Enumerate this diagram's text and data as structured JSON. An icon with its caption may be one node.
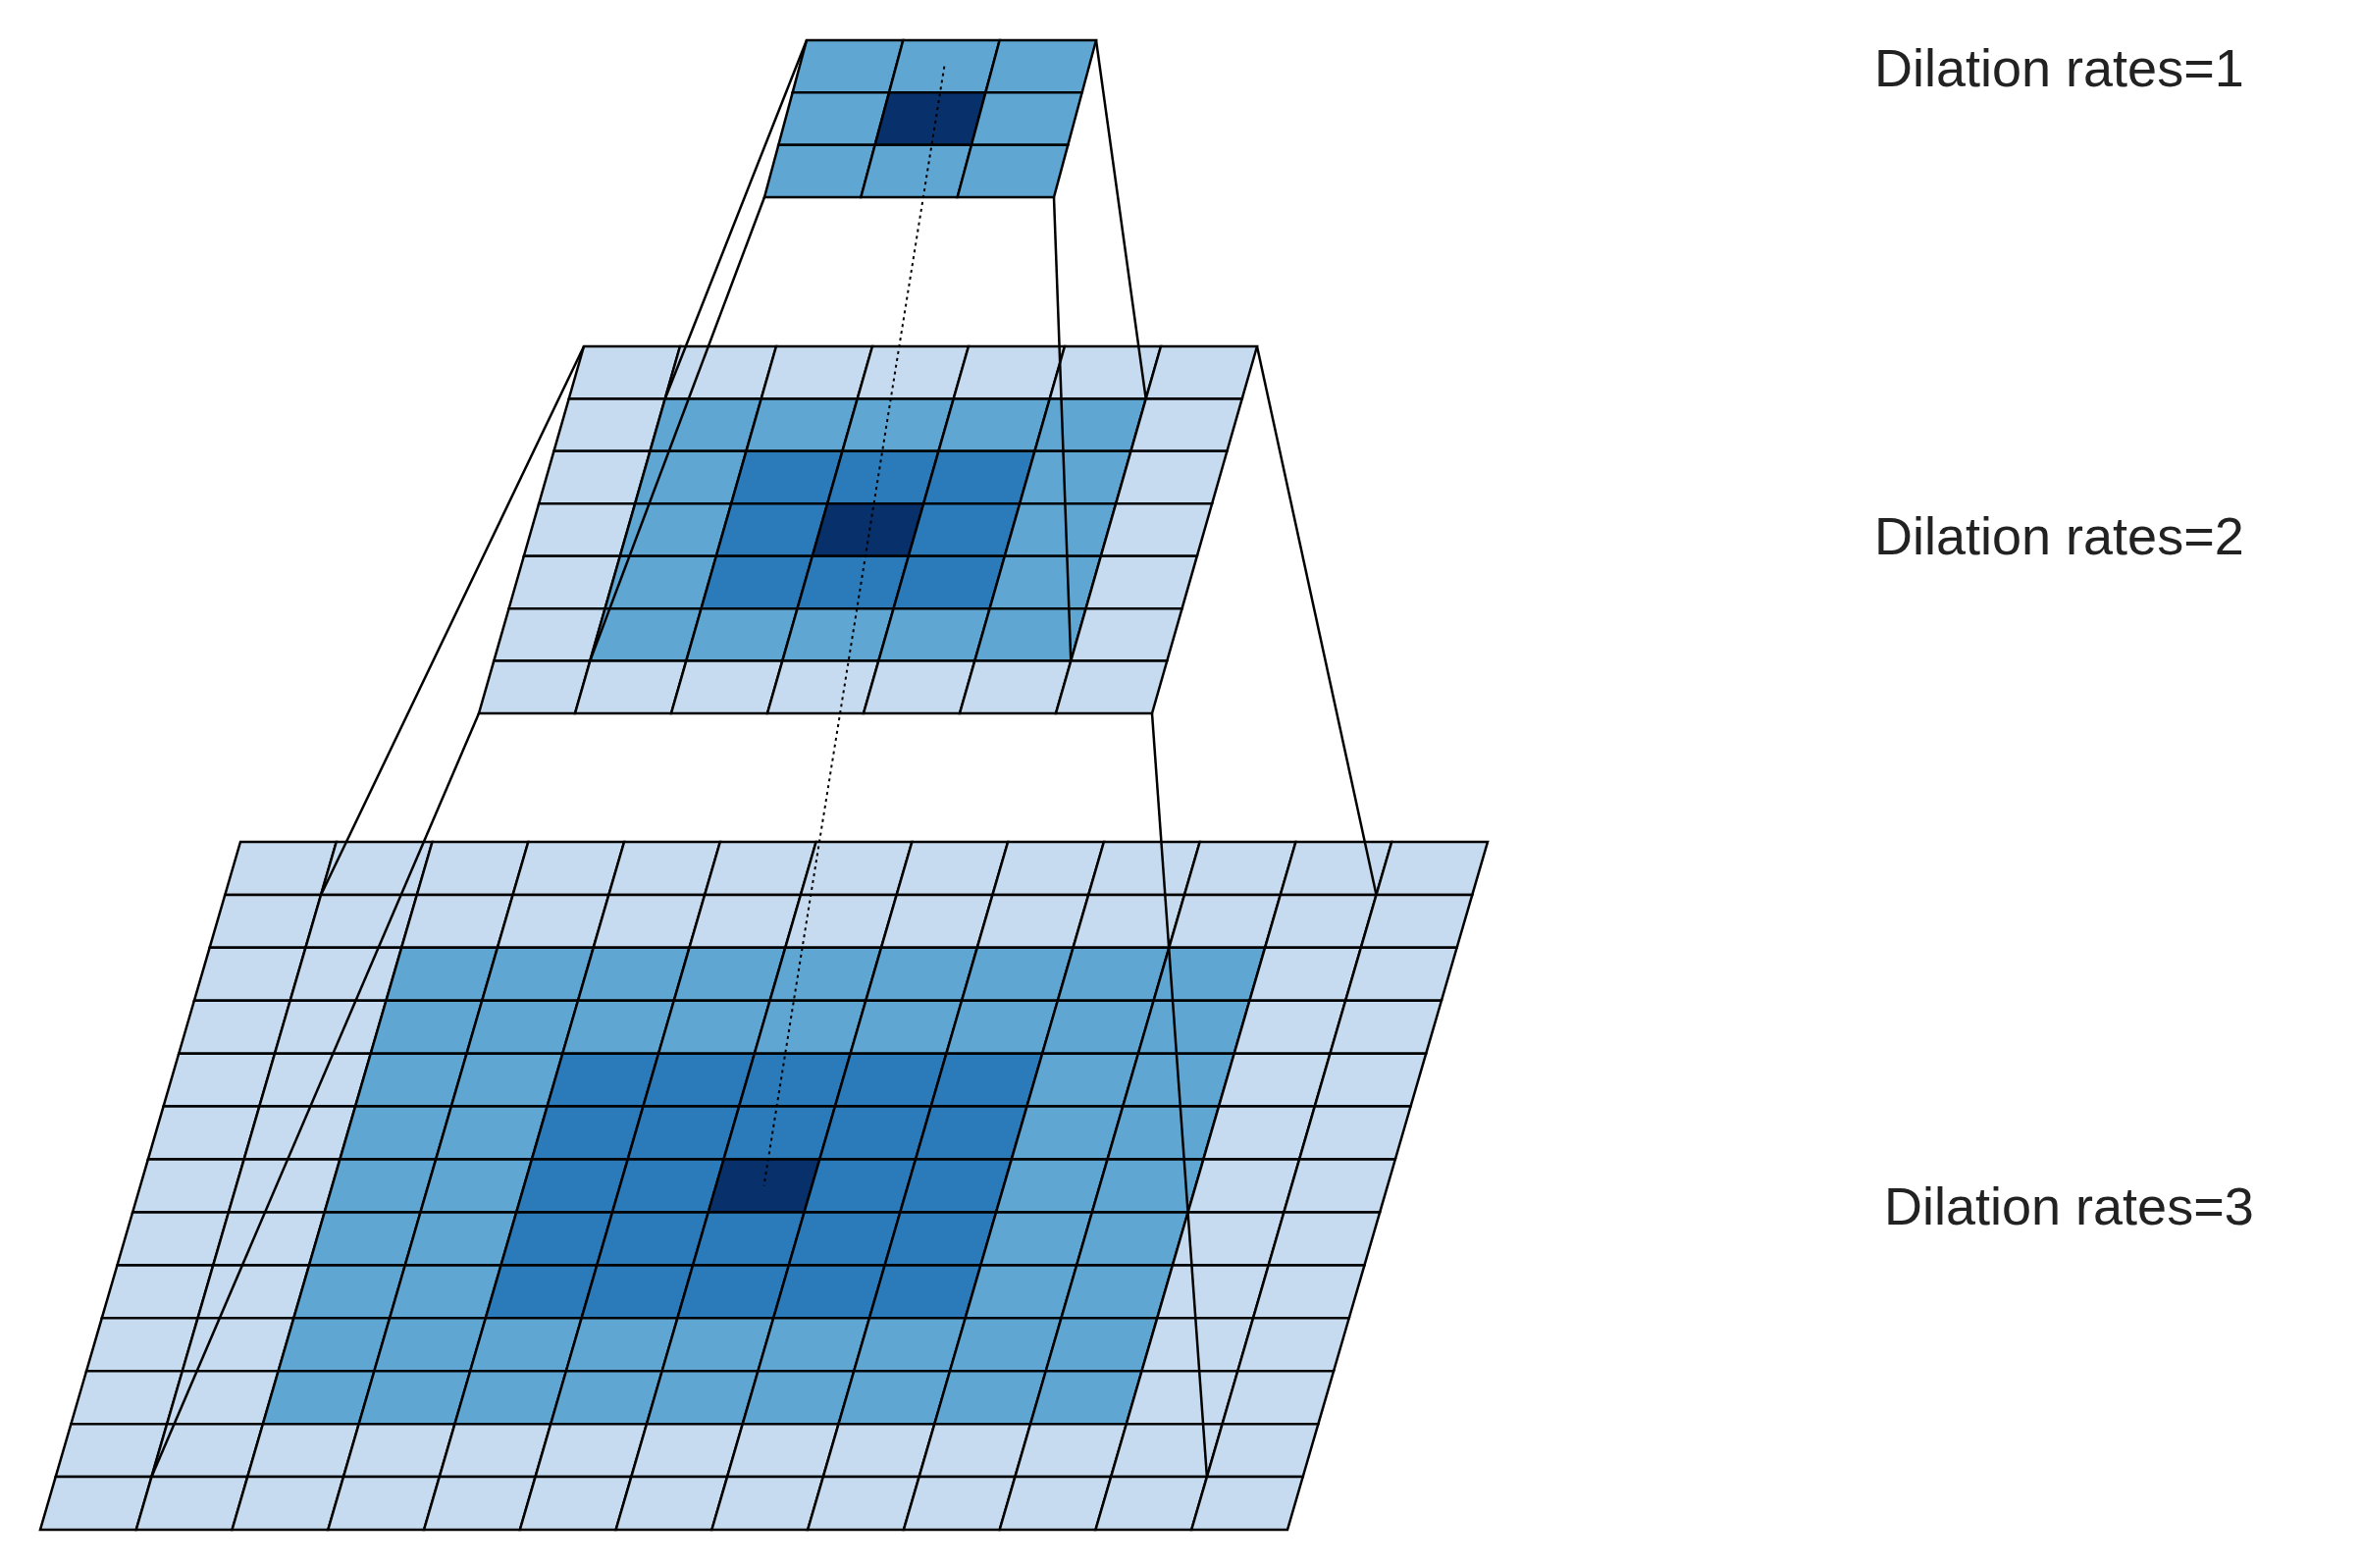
{
  "diagram": {
    "labels": [
      "Dilation rates=1",
      "Dilation rates=2",
      "Dilation rates=3"
    ]
  }
}
